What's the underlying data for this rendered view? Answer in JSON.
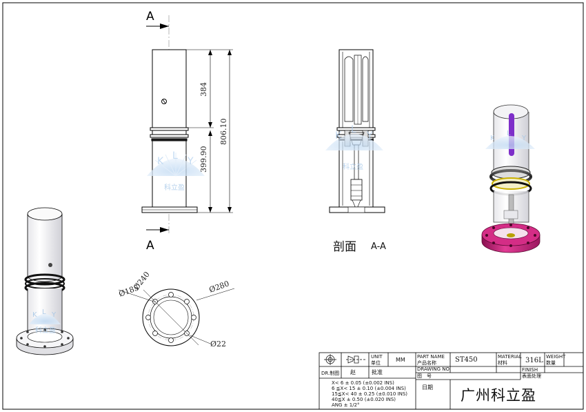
{
  "section_marks": {
    "top": "A",
    "bottom": "A"
  },
  "dimensions": {
    "upper_height": "384",
    "lower_height": "399.90",
    "total_height": "806.10",
    "dia_240": "Ø240",
    "dia_185": "Ø185",
    "dia_280": "Ø280",
    "dia_22": "Ø22"
  },
  "section_view": {
    "title": "剖面",
    "suffix": "A-A"
  },
  "watermark": {
    "letters": [
      "K",
      "L",
      "Y"
    ],
    "text": "科立盈"
  },
  "title_block": {
    "unit_label_en": "UNIT",
    "unit_label_cn": "单位",
    "unit_value": "MM",
    "part_name_en": "PART NAME",
    "part_name_cn": "产品名称",
    "part_name_value": "ST450",
    "material_en": "MATERIAL",
    "material_cn": "材料",
    "material_value": "316L",
    "weight_en": "WEIGHT",
    "weight_cn": "数量",
    "drawn_label": "DR.制图",
    "drawn_value": "赵",
    "approve_label": "批准",
    "drawing_no_en": "DRAWING NO.",
    "drawing_no_cn": "图　号",
    "finish_en": "FINISH",
    "finish_cn": "表面处理",
    "date_label": "日期",
    "company": "广州科立盈",
    "tolerances": [
      "X< 6   ± 0.05 (±0.002 INS)",
      "6 ≦X< 15  ± 0.10 (±0.004 INS)",
      "15≦X< 40  ± 0.25 (±0.010 INS)",
      "40≦X      ± 0.50 (±0.020 INS)",
      "ANG        ± 1/2°"
    ]
  }
}
